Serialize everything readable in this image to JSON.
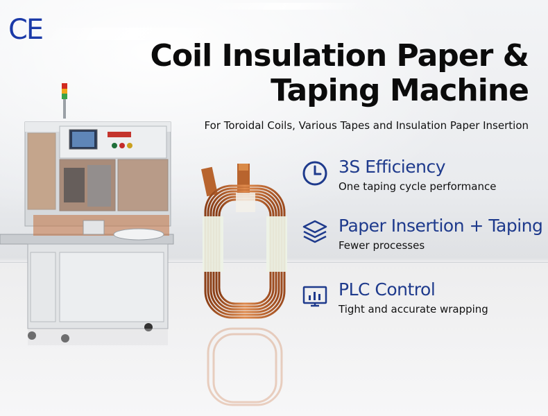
{
  "badge": {
    "text": "CE",
    "color": "#1b3aa8"
  },
  "headline": {
    "line1": "Coil Insulation Paper &",
    "line2": "Taping Machine",
    "subtitle": "For Toroidal Coils, Various Tapes and Insulation Paper Insertion"
  },
  "features": [
    {
      "icon": "clock-icon",
      "title": "3S Efficiency",
      "subtitle": "One taping cycle performance"
    },
    {
      "icon": "layers-icon",
      "title": "Paper Insertion + Taping",
      "subtitle": "Fewer processes"
    },
    {
      "icon": "monitor-chart-icon",
      "title": "PLC Control",
      "subtitle": "Tight and accurate wrapping"
    }
  ],
  "colors": {
    "accent": "#1e3a8c",
    "copper": "#c86a32",
    "machine": "#e4e6e8"
  }
}
